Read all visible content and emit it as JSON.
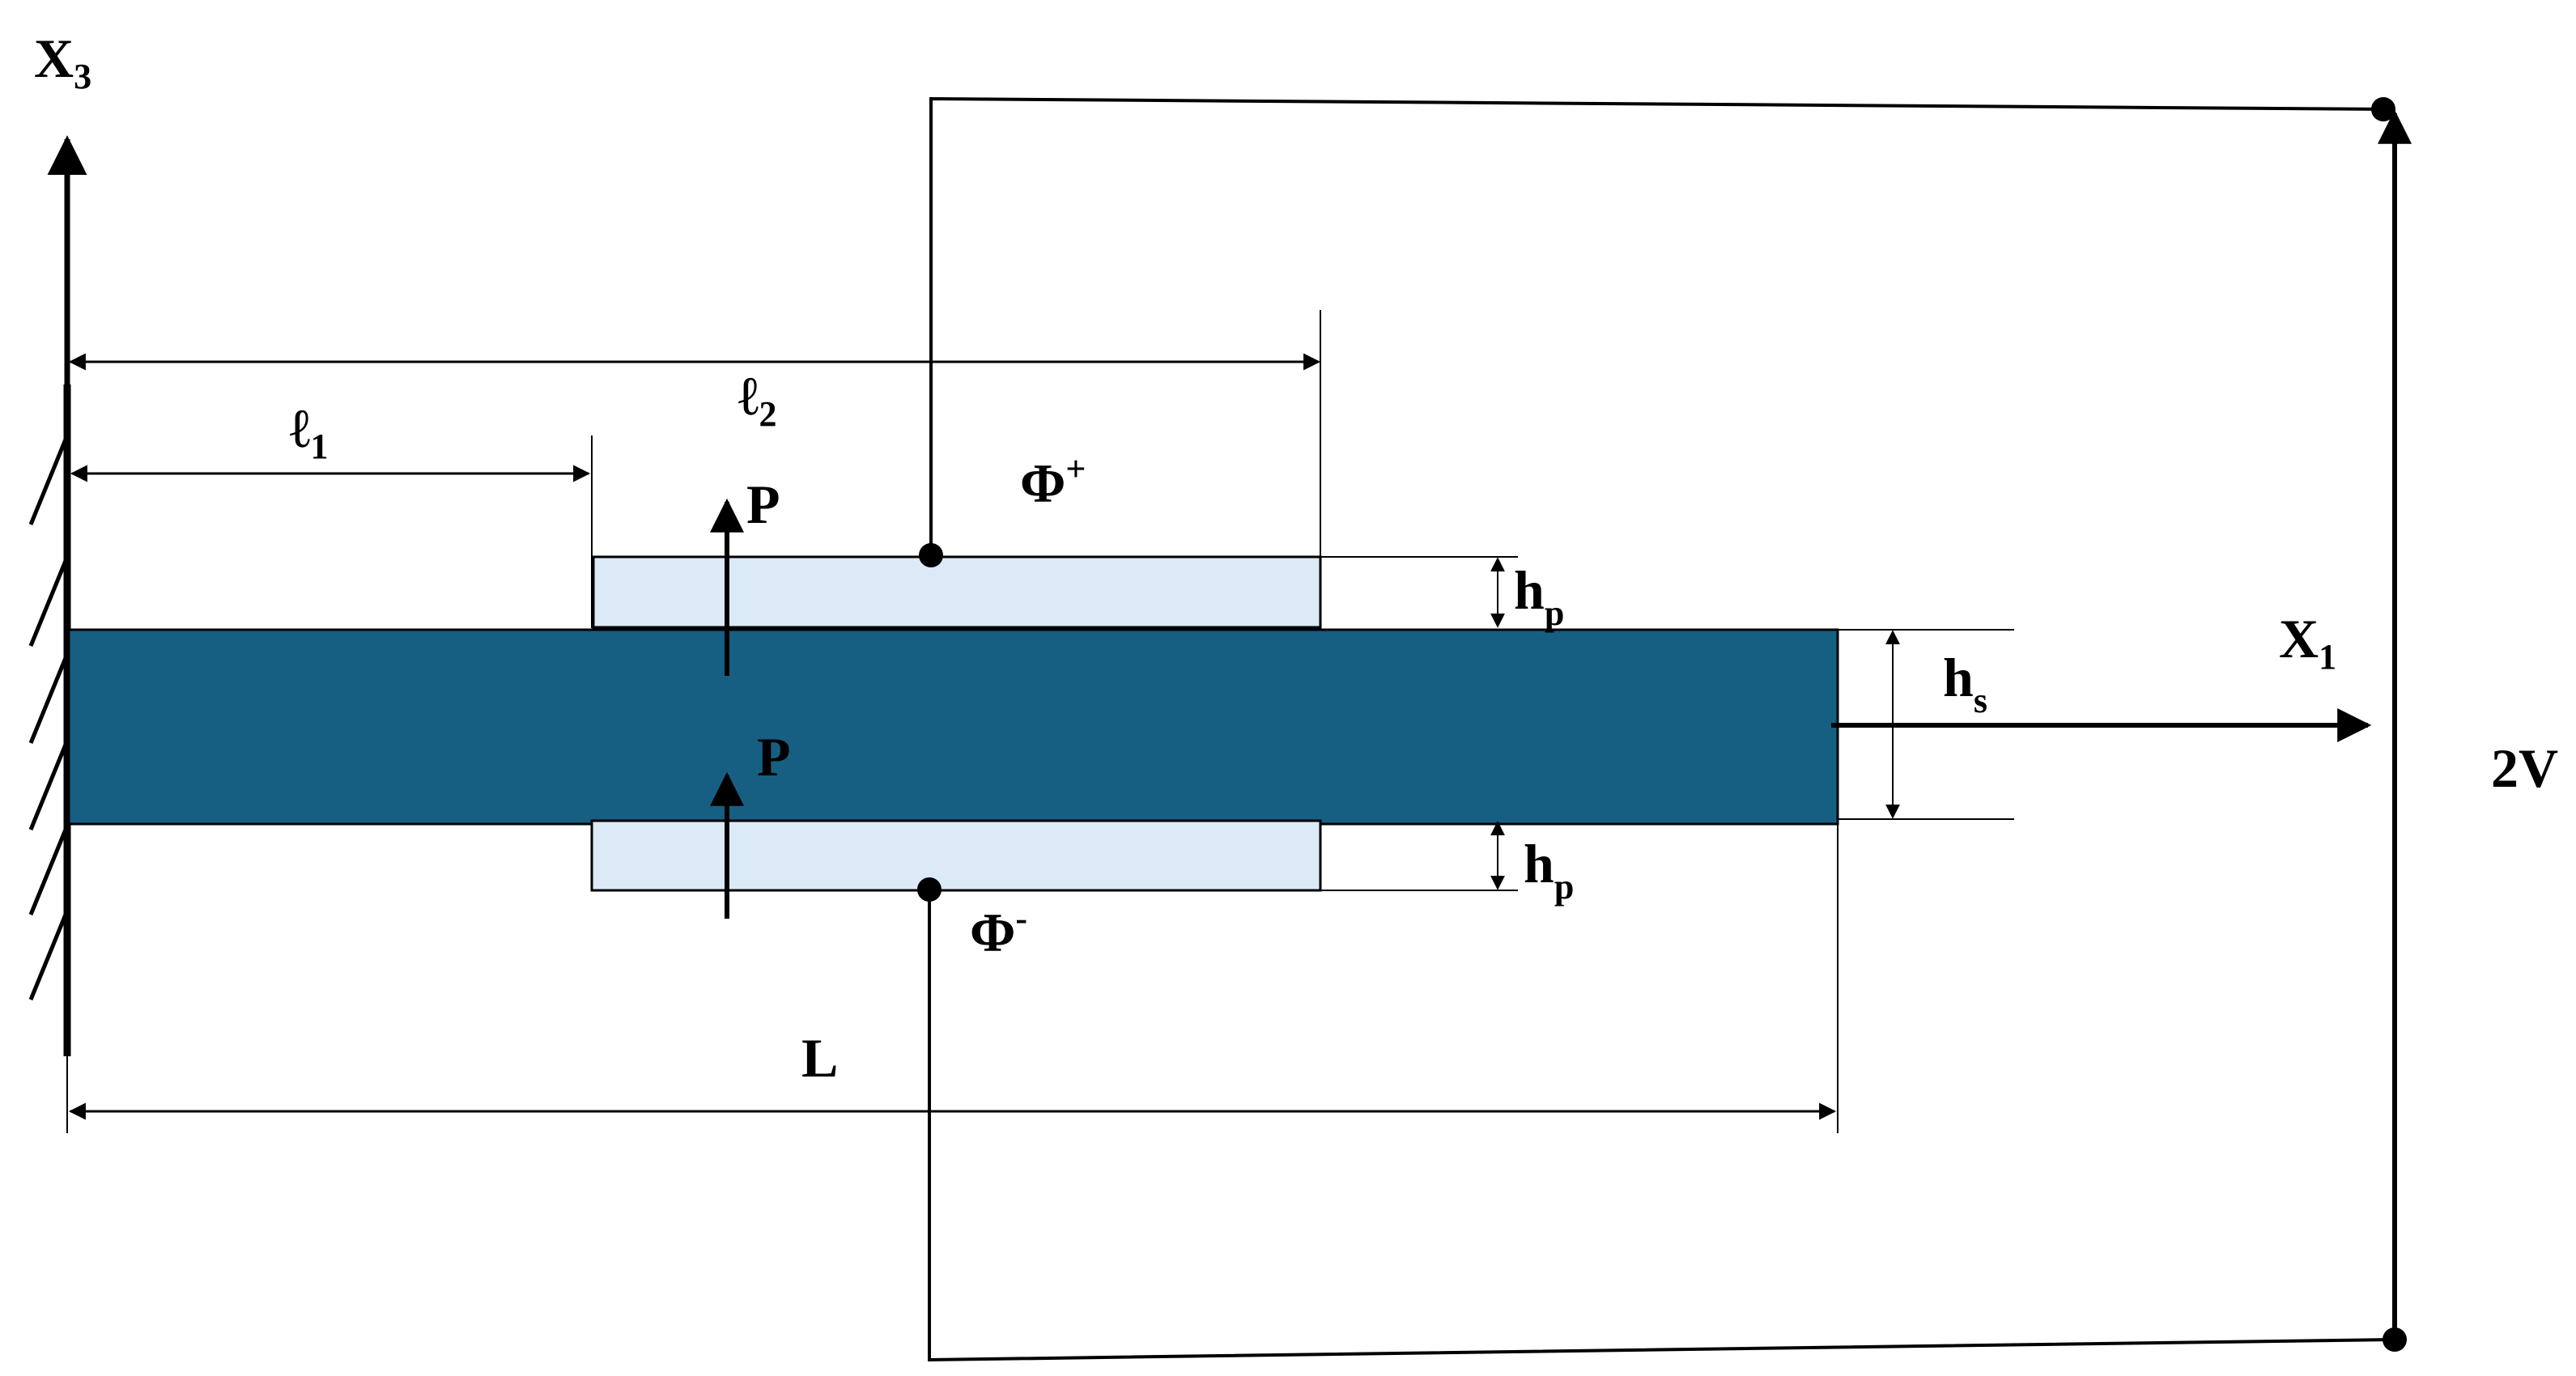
{
  "colors": {
    "substrate": "#175F82",
    "patch": "#DCE9F7",
    "line": "#000000"
  },
  "labels": {
    "x3_main": "X",
    "x3_sub": "3",
    "x1_main": "X",
    "x1_sub": "1",
    "l1_main": "ℓ",
    "l1_sub": "1",
    "l2_main": "ℓ",
    "l2_sub": "2",
    "P_top": "P",
    "P_bottom": "P",
    "phi_plus_main": "Φ",
    "phi_plus_sup": "+",
    "phi_minus_main": "Φ",
    "phi_minus_sup": "-",
    "hp_top_main": "h",
    "hp_top_sub": "p",
    "hp_bottom_main": "h",
    "hp_bottom_sub": "p",
    "hs_main": "h",
    "hs_sub": "s",
    "L": "L",
    "voltage": "2V"
  }
}
